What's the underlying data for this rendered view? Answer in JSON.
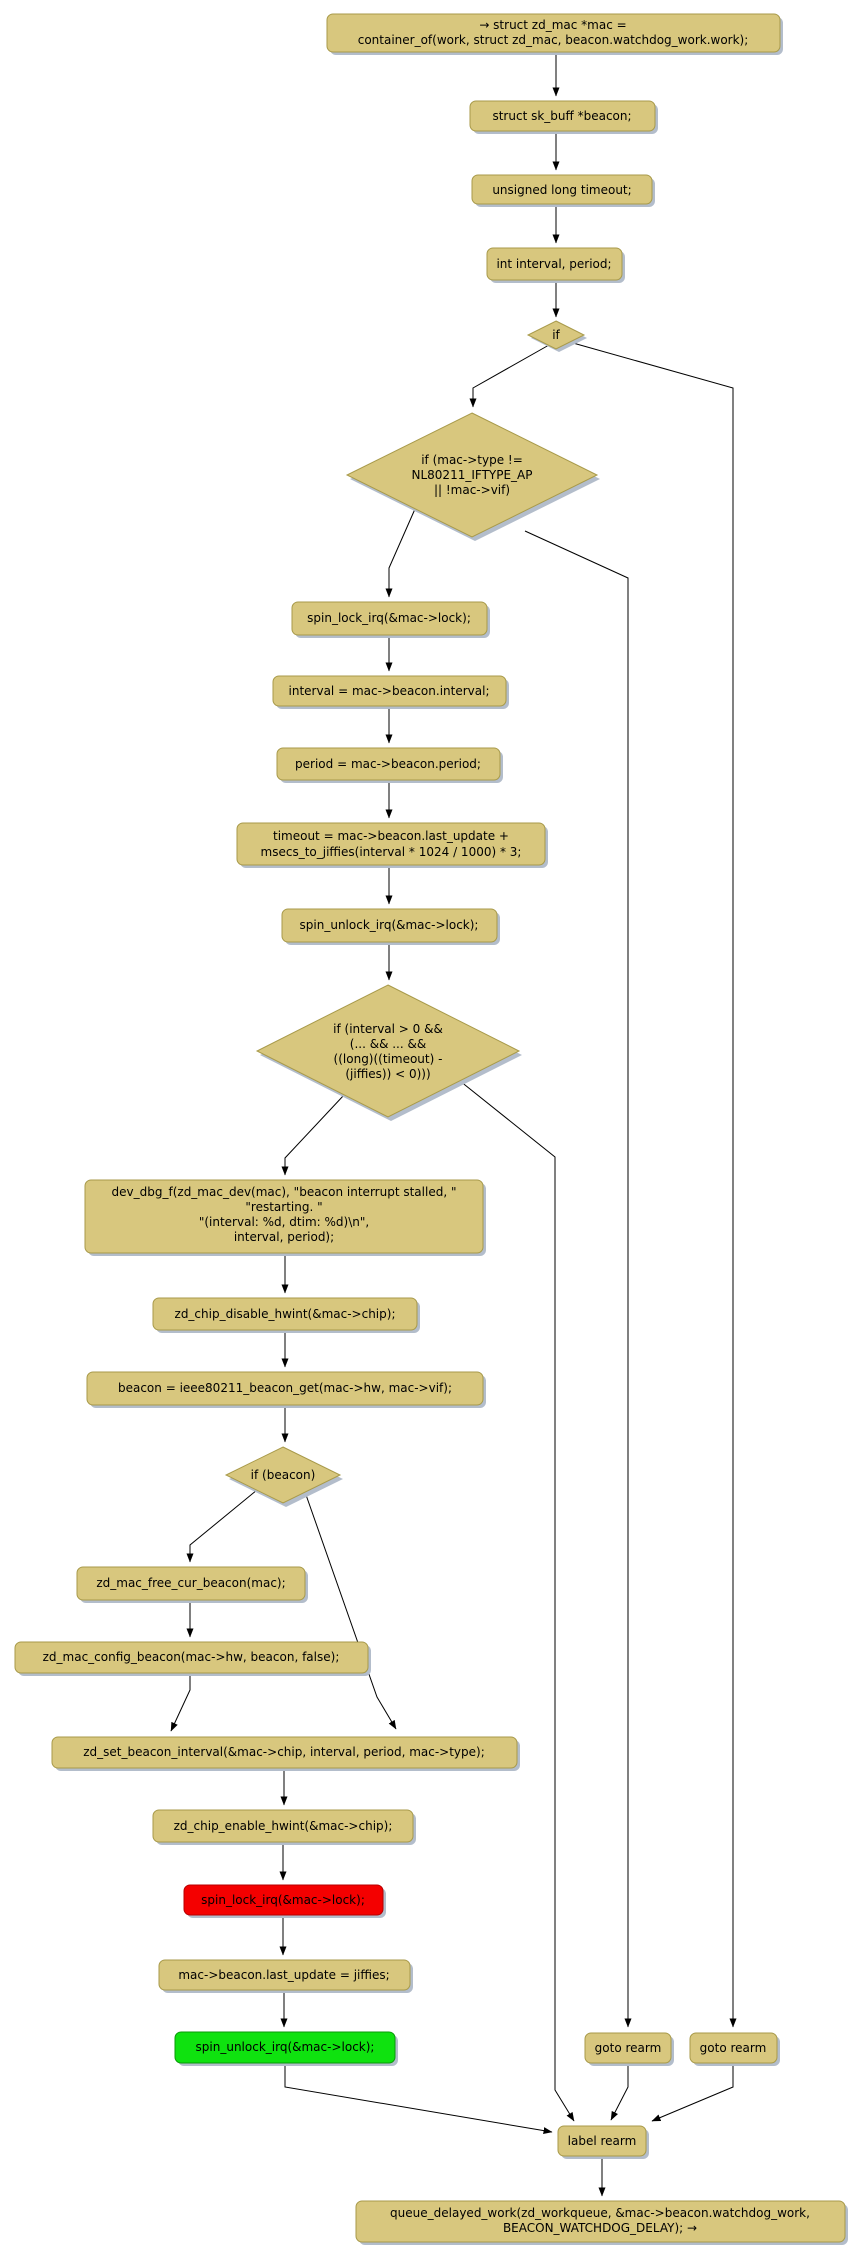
{
  "colors": {
    "background": "#ffffff",
    "node_fill": "#d8c77e",
    "node_border": "#a89a4a",
    "node_shadow": "#b3bdcb",
    "edge": "#000000",
    "text": "#000000",
    "highlight_red_fill": "#f40000",
    "highlight_green_fill": "#0fe20f"
  },
  "nodes": [
    {
      "id": "entry",
      "type": "box",
      "lines": [
        "→ struct zd_mac *mac =",
        "container_of(work, struct zd_mac, beacon.watchdog_work.work);"
      ]
    },
    {
      "id": "skbuff",
      "type": "box",
      "lines": [
        "struct sk_buff *beacon;"
      ]
    },
    {
      "id": "timeout-decl",
      "type": "box",
      "lines": [
        "unsigned long timeout;"
      ]
    },
    {
      "id": "interval-decl",
      "type": "box",
      "lines": [
        "int interval, period;"
      ]
    },
    {
      "id": "if-small",
      "type": "diamond",
      "lines": [
        "if"
      ]
    },
    {
      "id": "if-mac-type",
      "type": "diamond",
      "lines": [
        "if (mac->type !=",
        "NL80211_IFTYPE_AP",
        "|| !mac->vif)"
      ]
    },
    {
      "id": "spin-lock-1",
      "type": "box",
      "lines": [
        "spin_lock_irq(&mac->lock);"
      ]
    },
    {
      "id": "interval-assign",
      "type": "box",
      "lines": [
        "interval = mac->beacon.interval;"
      ]
    },
    {
      "id": "period-assign",
      "type": "box",
      "lines": [
        "period = mac->beacon.period;"
      ]
    },
    {
      "id": "timeout-assign",
      "type": "box",
      "lines": [
        "timeout = mac->beacon.last_update +",
        "msecs_to_jiffies(interval * 1024 / 1000) * 3;"
      ]
    },
    {
      "id": "spin-unlock-1",
      "type": "box",
      "lines": [
        "spin_unlock_irq(&mac->lock);"
      ]
    },
    {
      "id": "if-interval",
      "type": "diamond",
      "lines": [
        "if (interval > 0 &&",
        "(... && ... &&",
        "((long)((timeout) -",
        "(jiffies)) < 0)))"
      ]
    },
    {
      "id": "dev-dbg",
      "type": "box",
      "lines": [
        "dev_dbg_f(zd_mac_dev(mac), \"beacon interrupt stalled, \"",
        "\"restarting. \"",
        "\"(interval: %d, dtim: %d)\\n\",",
        "interval, period);"
      ]
    },
    {
      "id": "disable-hwint",
      "type": "box",
      "lines": [
        "zd_chip_disable_hwint(&mac->chip);"
      ]
    },
    {
      "id": "beacon-get",
      "type": "box",
      "lines": [
        "beacon = ieee80211_beacon_get(mac->hw, mac->vif);"
      ]
    },
    {
      "id": "if-beacon",
      "type": "diamond",
      "lines": [
        "if (beacon)"
      ]
    },
    {
      "id": "free-cur-beacon",
      "type": "box",
      "lines": [
        "zd_mac_free_cur_beacon(mac);"
      ]
    },
    {
      "id": "config-beacon",
      "type": "box",
      "lines": [
        "zd_mac_config_beacon(mac->hw, beacon, false);"
      ]
    },
    {
      "id": "set-interval",
      "type": "box",
      "lines": [
        "zd_set_beacon_interval(&mac->chip, interval, period, mac->type);"
      ]
    },
    {
      "id": "enable-hwint",
      "type": "box",
      "lines": [
        "zd_chip_enable_hwint(&mac->chip);"
      ]
    },
    {
      "id": "spin-lock-red",
      "type": "box-red",
      "lines": [
        "spin_lock_irq(&mac->lock);"
      ]
    },
    {
      "id": "last-update",
      "type": "box",
      "lines": [
        "mac->beacon.last_update = jiffies;"
      ]
    },
    {
      "id": "spin-unlock-green",
      "type": "box-green",
      "lines": [
        "spin_unlock_irq(&mac->lock);"
      ]
    },
    {
      "id": "goto-rearm-left",
      "type": "box",
      "lines": [
        "goto rearm"
      ]
    },
    {
      "id": "goto-rearm-right",
      "type": "box",
      "lines": [
        "goto rearm"
      ]
    },
    {
      "id": "label-rearm",
      "type": "box",
      "lines": [
        "label rearm"
      ]
    },
    {
      "id": "queue-delayed",
      "type": "box",
      "lines": [
        "queue_delayed_work(zd_workqueue, &mac->beacon.watchdog_work,",
        "BEACON_WATCHDOG_DELAY); →"
      ]
    }
  ]
}
